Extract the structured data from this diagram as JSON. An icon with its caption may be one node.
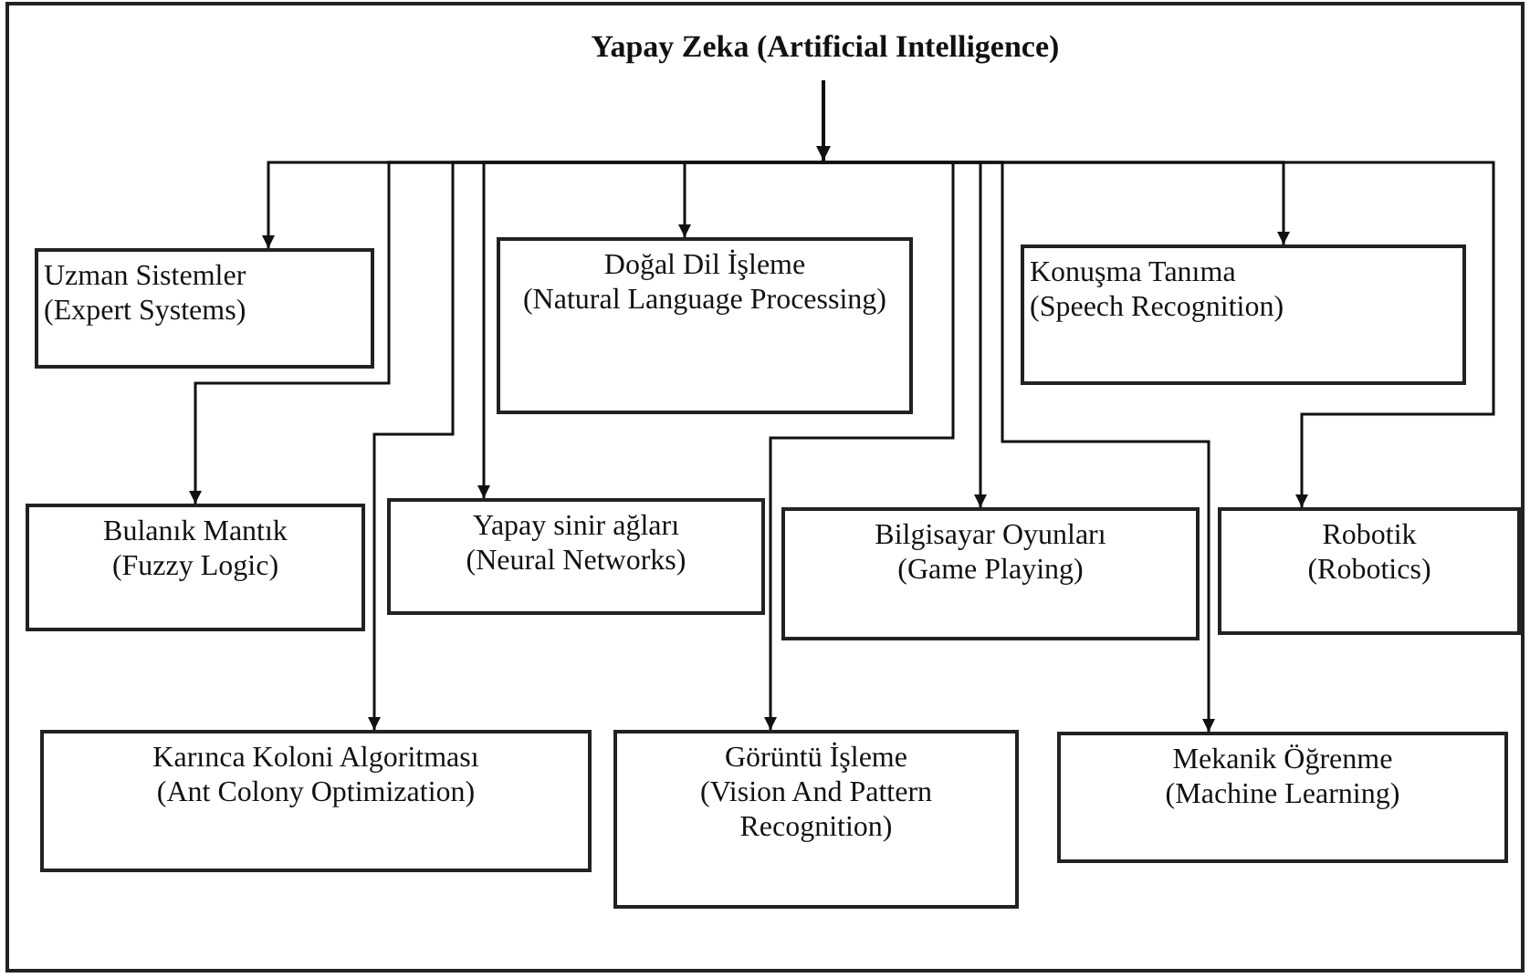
{
  "diagram": {
    "nodes": [
      {
        "text": [
          "Yapay Zeka (Artificial Intelligence)"
        ]
      },
      {
        "text": [
          "Uzman Sistemler",
          "(Expert Systems)"
        ]
      },
      {
        "text": [
          "Doğal Dil İşleme",
          "(Natural Language Processing)"
        ]
      },
      {
        "text": [
          "Konuşma Tanıma",
          "(Speech Recognition)"
        ]
      },
      {
        "text": [
          "Bulanık Mantık",
          "(Fuzzy Logic)"
        ]
      },
      {
        "text": [
          "Yapay sinir ağları",
          "(Neural Networks)"
        ]
      },
      {
        "text": [
          "Bilgisayar Oyunları",
          "(Game Playing)"
        ]
      },
      {
        "text": [
          "Robotik",
          "(Robotics)"
        ]
      },
      {
        "text": [
          "Karınca Koloni Algoritması",
          "(Ant Colony Optimization)"
        ]
      },
      {
        "text": [
          "Görüntü İşleme",
          "(Vision And Pattern Recognition)"
        ]
      },
      {
        "text": [
          "Mekanik Öğrenme",
          "(Machine Learning)"
        ]
      }
    ],
    "edges": [
      {
        "from": 0,
        "to": 1,
        "arrow": "to"
      },
      {
        "from": 0,
        "to": 2,
        "arrow": "to"
      },
      {
        "from": 0,
        "to": 3,
        "arrow": "to"
      },
      {
        "from": 0,
        "to": 4,
        "arrow": "to"
      },
      {
        "from": 0,
        "to": 5,
        "arrow": "to"
      },
      {
        "from": 0,
        "to": 6,
        "arrow": "to"
      },
      {
        "from": 0,
        "to": 7,
        "arrow": "to"
      },
      {
        "from": 0,
        "to": 8,
        "arrow": "to"
      },
      {
        "from": 0,
        "to": 9,
        "arrow": "to"
      },
      {
        "from": 0,
        "to": 10,
        "arrow": "to"
      }
    ]
  }
}
